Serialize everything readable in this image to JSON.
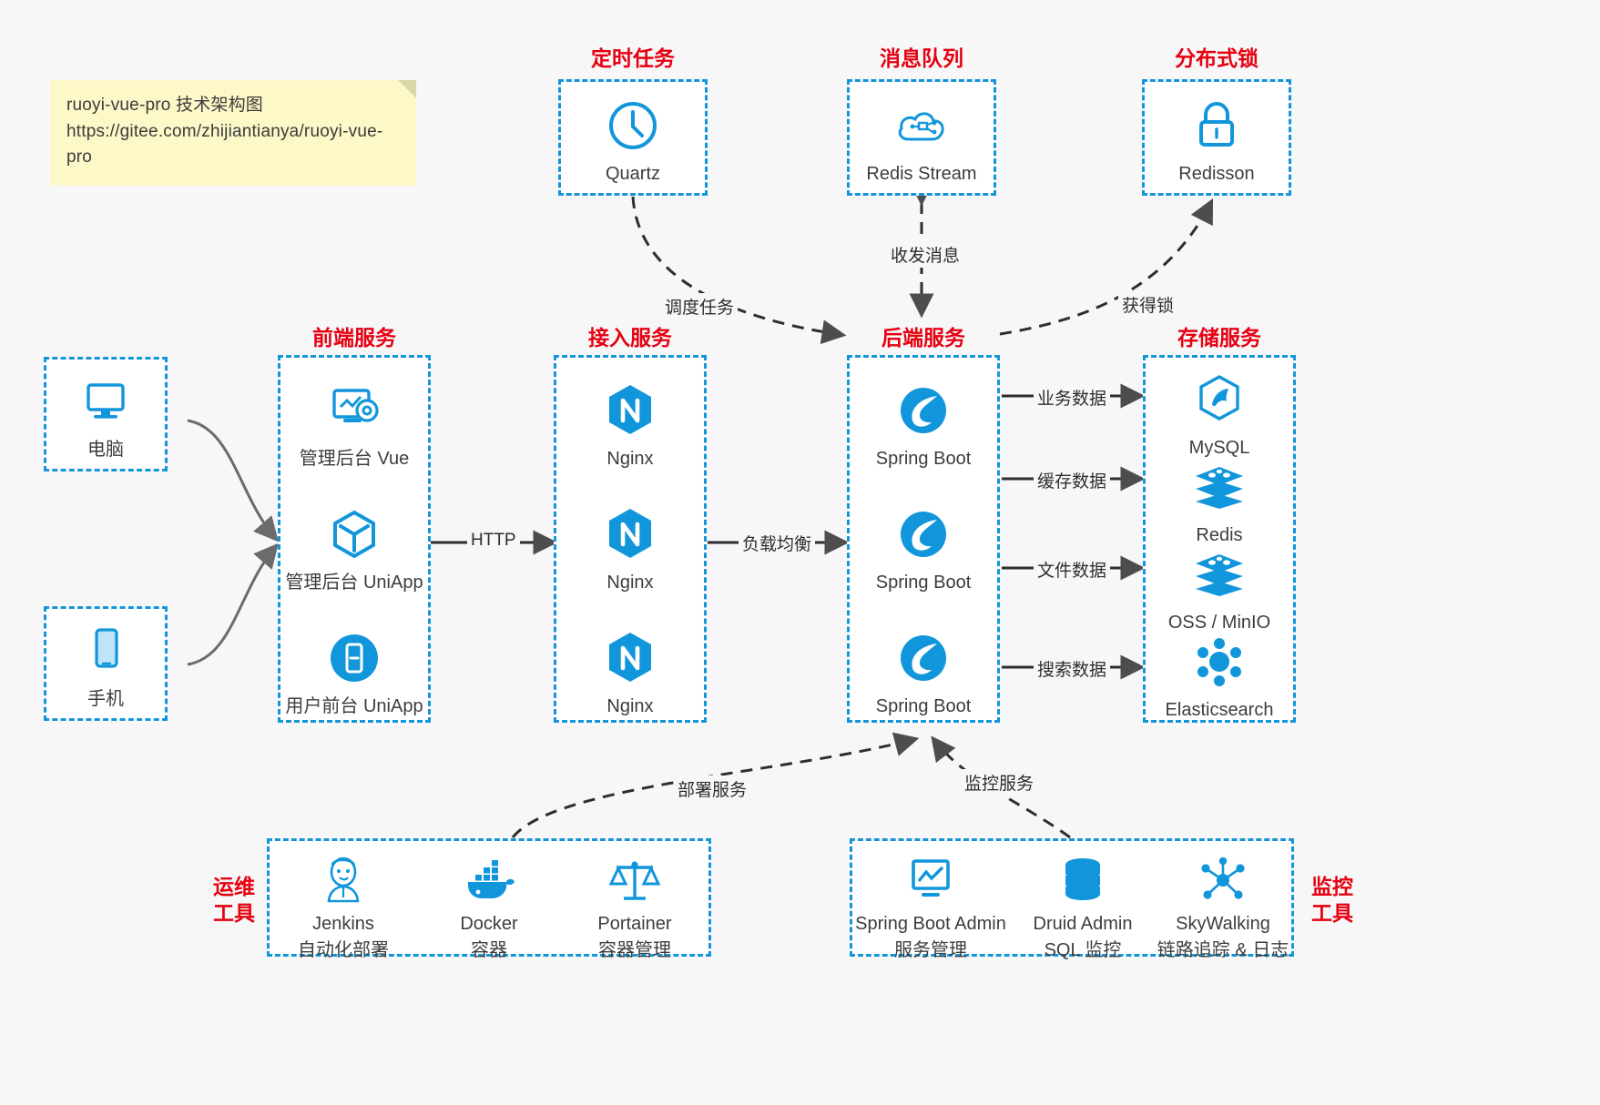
{
  "note": {
    "line1": "ruoyi-vue-pro 技术架构图",
    "line2": "https://gitee.com/zhijiantianya/ruoyi-vue-pro"
  },
  "colors": {
    "accent": "#1296db",
    "title_red": "#e60012",
    "text": "#3d3d3d",
    "arrow": "#4d4d4d",
    "note_bg": "#fcf8c8",
    "canvas": "#f7f7f7"
  },
  "groups": {
    "scheduler": {
      "title": "定时任务",
      "nodes": [
        {
          "icon": "clock-icon",
          "label": "Quartz"
        }
      ]
    },
    "mq": {
      "title": "消息队列",
      "nodes": [
        {
          "icon": "cloud-network-icon",
          "label": "Redis Stream"
        }
      ]
    },
    "lock": {
      "title": "分布式锁",
      "nodes": [
        {
          "icon": "lock-icon",
          "label": "Redisson"
        }
      ]
    },
    "clients": {
      "nodes": [
        {
          "icon": "desktop-icon",
          "label": "电脑"
        },
        {
          "icon": "mobile-icon",
          "label": "手机"
        }
      ]
    },
    "frontend": {
      "title": "前端服务",
      "nodes": [
        {
          "icon": "dashboard-gear-icon",
          "label": "管理后台 Vue"
        },
        {
          "icon": "cube-icon",
          "label": "管理后台 UniApp"
        },
        {
          "icon": "mobile-app-icon",
          "label": "用户前台 UniApp"
        }
      ]
    },
    "gateway": {
      "title": "接入服务",
      "nodes": [
        {
          "icon": "nginx-icon",
          "label": "Nginx"
        },
        {
          "icon": "nginx-icon",
          "label": "Nginx"
        },
        {
          "icon": "nginx-icon",
          "label": "Nginx"
        }
      ]
    },
    "backend": {
      "title": "后端服务",
      "nodes": [
        {
          "icon": "spring-boot-icon",
          "label": "Spring Boot"
        },
        {
          "icon": "spring-boot-icon",
          "label": "Spring Boot"
        },
        {
          "icon": "spring-boot-icon",
          "label": "Spring Boot"
        }
      ]
    },
    "storage": {
      "title": "存储服务",
      "nodes": [
        {
          "icon": "mysql-icon",
          "label": "MySQL"
        },
        {
          "icon": "redis-icon",
          "label": "Redis"
        },
        {
          "icon": "oss-icon",
          "label": "OSS / MinIO"
        },
        {
          "icon": "elasticsearch-icon",
          "label": "Elasticsearch"
        }
      ]
    },
    "devops": {
      "side_title_line1": "运维",
      "side_title_line2": "工具",
      "nodes": [
        {
          "icon": "jenkins-icon",
          "label": "Jenkins",
          "sub": "自动化部署"
        },
        {
          "icon": "docker-icon",
          "label": "Docker",
          "sub": "容器"
        },
        {
          "icon": "portainer-icon",
          "label": "Portainer",
          "sub": "容器管理"
        }
      ]
    },
    "monitor": {
      "side_title_line1": "监控",
      "side_title_line2": "工具",
      "nodes": [
        {
          "icon": "monitor-chart-icon",
          "label": "Spring Boot Admin",
          "sub": "服务管理"
        },
        {
          "icon": "database-icon",
          "label": "Druid Admin",
          "sub": "SQL 监控"
        },
        {
          "icon": "skywalking-icon",
          "label": "SkyWalking",
          "sub": "链路追踪 & 日志"
        }
      ]
    }
  },
  "edges": {
    "http": "HTTP",
    "load_balance": "负载均衡",
    "schedule_task": "调度任务",
    "send_receive_msg": "收发消息",
    "acquire_lock": "获得锁",
    "business_data": "业务数据",
    "cache_data": "缓存数据",
    "file_data": "文件数据",
    "search_data": "搜索数据",
    "deploy_service": "部署服务",
    "monitor_service": "监控服务"
  }
}
